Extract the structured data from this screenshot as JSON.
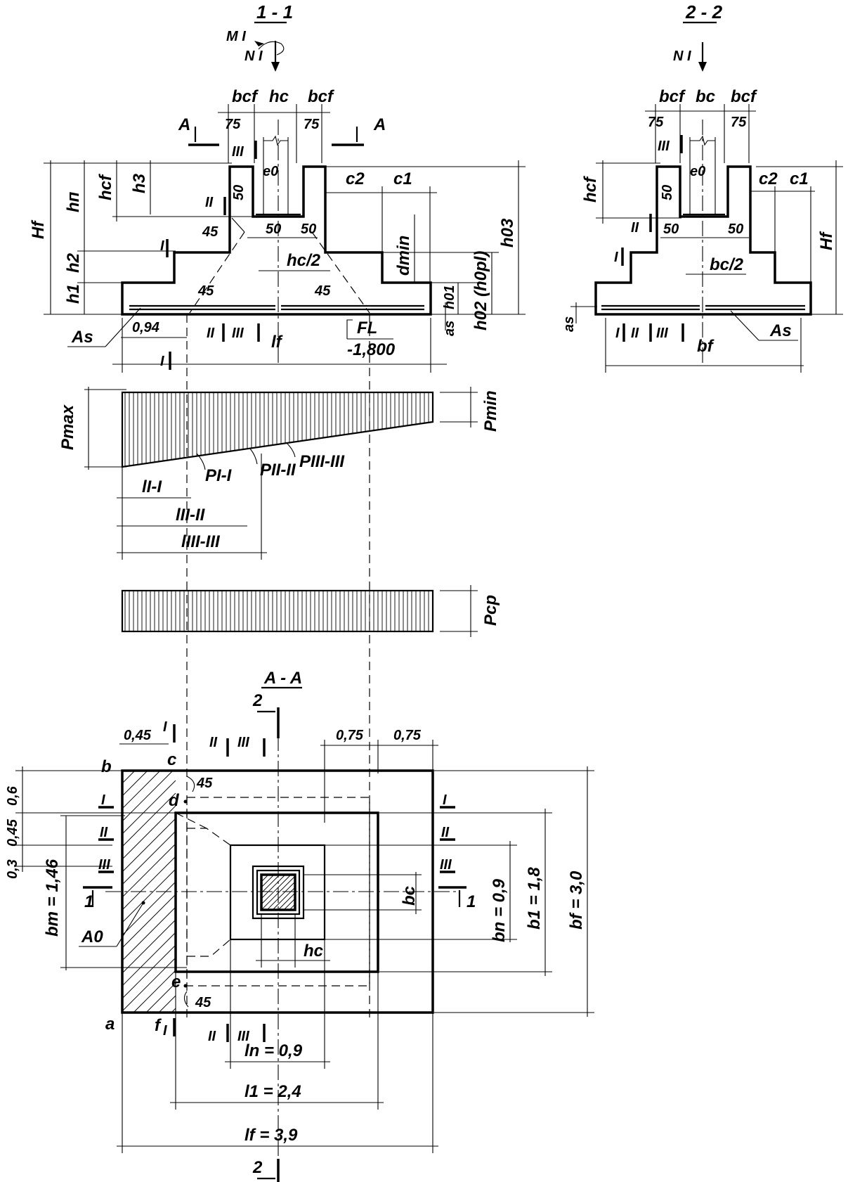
{
  "section_1_1": {
    "title": "1 - 1",
    "moment": "M I",
    "force": "N I",
    "cut_a_left": "A",
    "cut_a_right": "A",
    "bcf_left": "bcf",
    "hc": "hc",
    "bcf_right": "bcf",
    "dim_75_left": "75",
    "dim_75_right": "75",
    "mark_III": "III",
    "mark_II": "II",
    "mark_I": "I",
    "e0": "e0",
    "c2": "c2",
    "c1": "c1",
    "Hf": "Hf",
    "hp": "hп",
    "hcf": "hcf",
    "h3": "h3",
    "h2": "h2",
    "h1": "h1",
    "dim_50_vert": "50",
    "dim_50_a": "50",
    "dim_50_b": "50",
    "angle_45_top": "45",
    "angle_45_left": "45",
    "angle_45_right": "45",
    "dmin": "dmin",
    "hc_half": "hc/2",
    "h02": "h02 (h0pl)",
    "h03": "h03",
    "h01": "h01",
    "as": "as",
    "As": "As",
    "dim_094": "0,94",
    "marks_II_III": "II",
    "marks_III": "III",
    "lf": "lf",
    "FL": "FL",
    "FL_value": "-1,800",
    "mark_I_bottom": "I"
  },
  "section_2_2": {
    "title": "2 - 2",
    "force": "N I",
    "bcf_left": "bcf",
    "bc": "bc",
    "bcf_right": "bcf",
    "dim_75_left": "75",
    "dim_75_right": "75",
    "mark_III": "III",
    "e0": "e0",
    "hcf": "hcf",
    "dim_50_vert": "50",
    "c2": "c2",
    "c1": "c1",
    "mark_II": "II",
    "dim_50_a": "50",
    "dim_50_b": "50",
    "Hf": "Hf",
    "mark_I": "I",
    "bc_half": "bc/2",
    "as": "as",
    "As": "As",
    "marks_bottom": "I",
    "marks_bottom_II": "II",
    "marks_bottom_III": "III",
    "bf": "bf"
  },
  "pressure_diagram": {
    "Pmax": "Pmax",
    "Pmin": "Pmin",
    "P_I": "PI-I",
    "P_II": "PII-II",
    "P_III": "PIII-III",
    "l_I": "lI-I",
    "l_II": "lII-II",
    "l_III": "lIII-III"
  },
  "average_pressure": {
    "Pcp": "Pcp"
  },
  "plan_A_A": {
    "title": "A - A",
    "cut_2_top": "2",
    "cut_2_bottom": "2",
    "dim_045": "0,45",
    "mark_I_top": "I",
    "mark_II_top": "II",
    "mark_III_top": "III",
    "dim_075_a": "0,75",
    "dim_075_b": "0,75",
    "point_b": "b",
    "point_c": "c",
    "point_d": "d",
    "point_e": "e",
    "point_a": "a",
    "point_f": "f",
    "angle_45_top": "45",
    "angle_45_bottom": "45",
    "dim_06": "0,6",
    "dim_045_v": "0,45",
    "dim_03": "0,3",
    "bm": "bm = 1,46",
    "cut_1_left": "1",
    "cut_1_right": "1",
    "A0": "A0",
    "bc": "bc",
    "hc": "hc",
    "bn": "bn = 0,9",
    "b1": "b1 = 1,8",
    "bf": "bf = 3,0",
    "ln": "ln = 0,9",
    "l1": "l1 = 2,4",
    "lf": "lf = 3,9",
    "mark_I": "I",
    "mark_II": "II",
    "mark_III": "III",
    "mark_I_bottom": "I",
    "mark_II_bottom": "II",
    "mark_III_bottom": "III"
  }
}
